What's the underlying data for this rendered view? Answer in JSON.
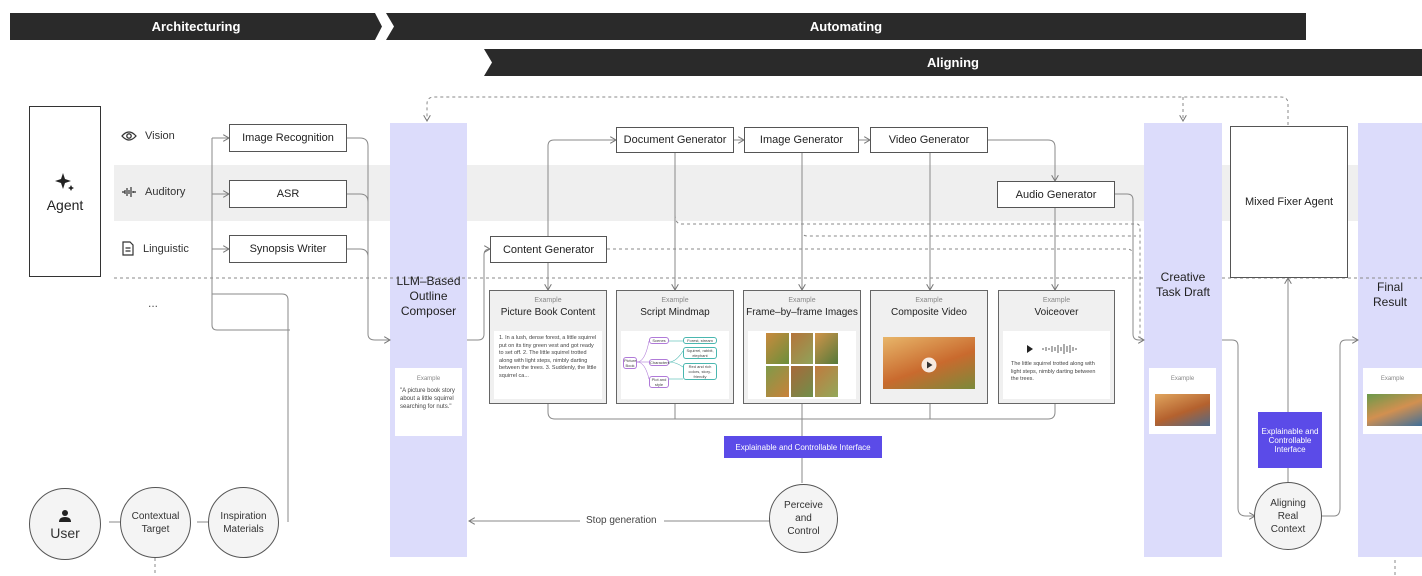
{
  "banners": {
    "architecturing": "Architecturing",
    "automating": "Automating",
    "aligning": "Aligning"
  },
  "agent": {
    "label": "Agent"
  },
  "modalities": [
    {
      "label": "Vision",
      "icon": "eye-icon"
    },
    {
      "label": "Auditory",
      "icon": "waveform-icon"
    },
    {
      "label": "Linguistic",
      "icon": "document-icon"
    }
  ],
  "ellipsis": "...",
  "tools": {
    "image_recognition": "Image Recognition",
    "asr": "ASR",
    "synopsis_writer": "Synopsis Writer"
  },
  "outline_composer": {
    "label": "LLM–Based Outline Composer",
    "example_heading": "Example",
    "example_text": "\"A picture book story about a little squirrel searching for nuts.\""
  },
  "generators": {
    "document": "Document Generator",
    "image": "Image Generator",
    "video": "Video Generator",
    "audio": "Audio Generator",
    "content": "Content Generator"
  },
  "cards": [
    {
      "example": "Example",
      "title": "Picture Book Content",
      "text": "1. In a lush, dense forest, a little squirrel put on its tiny green vest and got ready to set off. 2. The little squirrel trotted along with light steps, nimbly darting between the trees. 3. Suddenly, the little squirrel ca..."
    },
    {
      "example": "Example",
      "title": "Script Mindmap",
      "nodes": [
        "Picture Book",
        "Scenes",
        "Characters",
        "Plot and style",
        "Forest, stream",
        "Squirrel, rabbit, elephant",
        "Red and rich colors, story-friendly"
      ]
    },
    {
      "example": "Example",
      "title": "Frame–by–frame Images"
    },
    {
      "example": "Example",
      "title": "Composite Video"
    },
    {
      "example": "Example",
      "title": "Voiceover",
      "text": "The little squirrel trotted along with light steps, nimbly darting between the trees."
    }
  ],
  "interface_button": "Explainable and Controllable Interface",
  "perceive_control": "Perceive and Control",
  "stop_generation": "Stop generation",
  "user": "User",
  "contextual_target": "Contextual Target",
  "inspiration_materials": "Inspiration Materials",
  "creative_task_draft": {
    "label": "Creative Task Draft",
    "example_heading": "Example"
  },
  "mixed_fixer_agent": "Mixed Fixer Agent",
  "fixer_interface": "Explainable and Controllable Interface",
  "aligning_real_context": "Aligning Real Context",
  "final_result": {
    "label": "Final Result",
    "example_heading": "Example"
  },
  "colors": {
    "banner": "#2a2a2a",
    "pillar": "#dcdcfb",
    "accent": "#5b4be8"
  }
}
